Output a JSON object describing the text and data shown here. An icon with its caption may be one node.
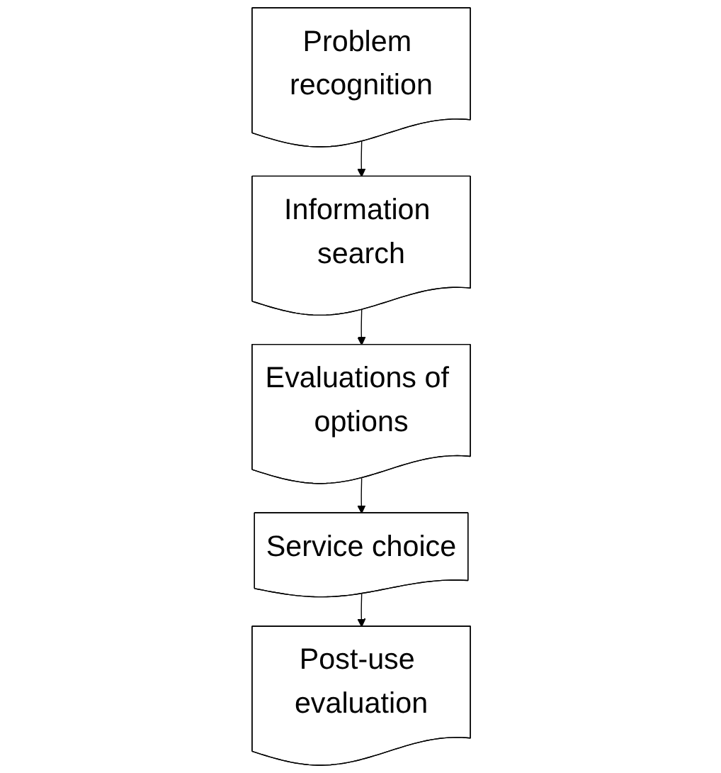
{
  "diagram": {
    "nodes": [
      {
        "text": [
          "Problem recognition"
        ]
      },
      {
        "text": [
          "Information search"
        ]
      },
      {
        "text": [
          "Evaluations of options"
        ]
      },
      {
        "text": [
          "Service choice"
        ]
      },
      {
        "text": [
          "Post-use evaluation"
        ]
      }
    ],
    "edges": [
      {
        "from": 0,
        "to": 1,
        "arrow": "to"
      },
      {
        "from": 1,
        "to": 2,
        "arrow": "to"
      },
      {
        "from": 2,
        "to": 3,
        "arrow": "to"
      },
      {
        "from": 3,
        "to": 4,
        "arrow": "to"
      }
    ]
  }
}
